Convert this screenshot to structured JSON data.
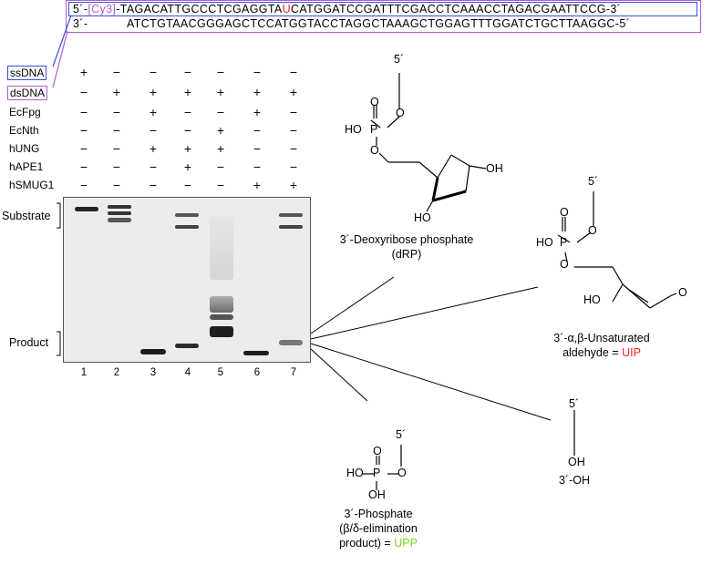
{
  "sequence": {
    "top_prefix": "5´-",
    "top_label": "[Cy3]",
    "top_part1": "-TAGACATTGCCCTCGAGGTA",
    "top_mark": "U",
    "top_part2": "CATGGATCCGATTTCGACCTCAAACCTAGACGAATTCCG-3´",
    "bottom_prefix": "3´-",
    "bottom_seq": "ATCTGTAACGGGAGCTCCATGGTACCTAGGCTAAAGCTGGAGTTTGGATCTGCTTAAGGC-5´"
  },
  "conditions": {
    "rows": [
      {
        "label": "ssDNA",
        "boxed": "blue",
        "marks": [
          "+",
          "−",
          "−",
          "−",
          "−",
          "−",
          "−"
        ]
      },
      {
        "label": "dsDNA",
        "boxed": "purple",
        "marks": [
          "−",
          "+",
          "+",
          "+",
          "+",
          "+",
          "+"
        ]
      },
      {
        "label": "EcFpg",
        "boxed": "",
        "marks": [
          "−",
          "−",
          "+",
          "−",
          "−",
          "+",
          "−"
        ]
      },
      {
        "label": "EcNth",
        "boxed": "",
        "marks": [
          "−",
          "−",
          "−",
          "−",
          "+",
          "−",
          "−"
        ]
      },
      {
        "label": "hUNG",
        "boxed": "",
        "marks": [
          "−",
          "−",
          "+",
          "+",
          "+",
          "−",
          "−"
        ]
      },
      {
        "label": "hAPE1",
        "boxed": "",
        "marks": [
          "−",
          "−",
          "−",
          "+",
          "−",
          "−",
          "−"
        ]
      },
      {
        "label": "hSMUG1",
        "boxed": "",
        "marks": [
          "−",
          "−",
          "−",
          "−",
          "−",
          "+",
          "+"
        ]
      }
    ]
  },
  "gel": {
    "substrate_label": "Substrate",
    "product_label": "Product",
    "lanes": [
      "1",
      "2",
      "3",
      "4",
      "5",
      "6",
      "7"
    ]
  },
  "structures": {
    "drp_caption_1": "3´-Deoxyribose phosphate",
    "drp_caption_2": "(dRP)",
    "uip_caption_1": "3´-α,β-Unsaturated",
    "uip_caption_2": "aldehyde  = ",
    "uip_tag": "UIP",
    "upp_caption_1": "3´-Phosphate",
    "upp_caption_2": "(β/δ-elimination",
    "upp_caption_3": "product) = ",
    "upp_tag": "UPP",
    "oh_caption": "3´-OH",
    "five_prime": "5´",
    "atom_O": "O",
    "atom_P": "P",
    "atom_HO": "HO",
    "atom_OH": "OH"
  },
  "colors": {
    "blue_box": "#3550d8",
    "purple_box": "#b15bd6",
    "red": "#e8281e",
    "green": "#7ed321"
  }
}
